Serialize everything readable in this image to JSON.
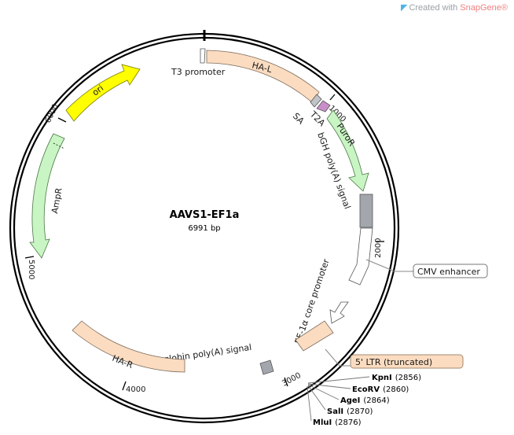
{
  "watermark": {
    "prefix": "Created with",
    "brand": "SnapGene",
    "mark": "®"
  },
  "plasmid": {
    "name": "AAVS1-EF1a",
    "length_label": "6991 bp"
  },
  "ticks": [
    "1000",
    "2000",
    "3000",
    "4000",
    "5000",
    "6000"
  ],
  "features": {
    "t3_promoter": "T3 promoter",
    "ha_l": "HA-L",
    "sa": "SA",
    "t2a": "T2A",
    "puror": "PuroR",
    "bgh": "bGH poly(A) signal",
    "cmv": "CMV enhancer",
    "ef1a": "EF-1α core promoter",
    "ltr": "5' LTR (truncated)",
    "bglobin": "β-globin poly(A) signal",
    "ha_r": "HA-R",
    "ampr": "AmpR",
    "ori": "ori"
  },
  "sites": [
    {
      "name": "KpnI",
      "pos": "(2856)"
    },
    {
      "name": "EcoRV",
      "pos": "(2860)"
    },
    {
      "name": "AgeI",
      "pos": "(2864)"
    },
    {
      "name": "SalI",
      "pos": "(2870)"
    },
    {
      "name": "MluI",
      "pos": "(2876)"
    }
  ],
  "colors": {
    "ha": "#fbdcc0",
    "puror": "#c9f5c4",
    "ampr": "#c9f5c4",
    "ori": "#ffff00",
    "t2a": "#c98ec9",
    "bgh": "#a3a7ad",
    "ltr_box": "#fbdcc0"
  }
}
